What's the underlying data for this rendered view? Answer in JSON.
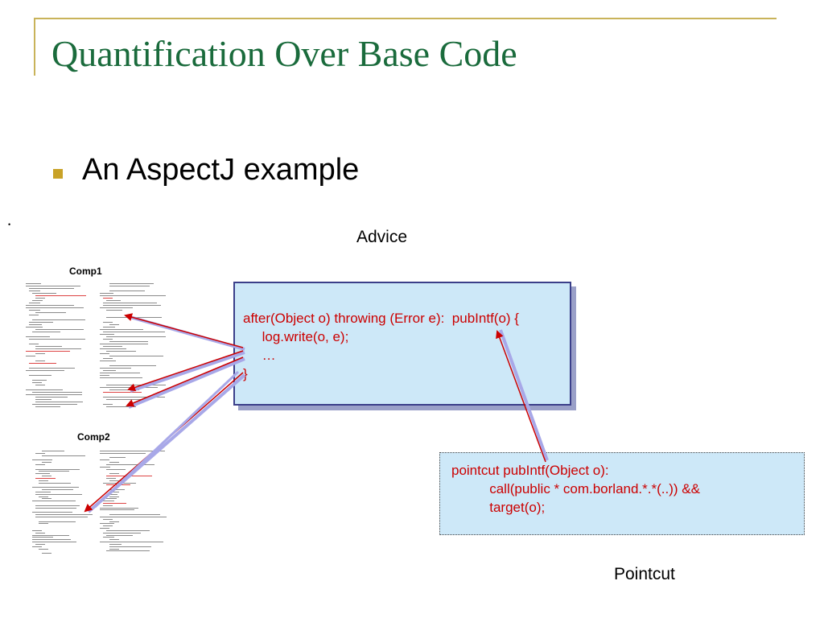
{
  "slide": {
    "title": "Quantification Over Base Code",
    "bullet": "An AspectJ example",
    "tiny_mark": "•"
  },
  "labels": {
    "advice": "Advice",
    "pointcut": "Pointcut",
    "comp1": "Comp1",
    "comp2": "Comp2"
  },
  "advice_code": "after(Object o) throwing (Error e):  pubIntf(o) {\n     log.write(o, e);\n     …\n}",
  "pointcut_code": "pointcut pubIntf(Object o):\n          call(public * com.borland.*.*(..)) &&\n          target(o);",
  "colors": {
    "title": "#1a6b3c",
    "rule": "#c9b35a",
    "bullet": "#c9a227",
    "box_fill": "#cde8f8",
    "code_text": "#cc0000",
    "arrow": "#cc0000"
  }
}
